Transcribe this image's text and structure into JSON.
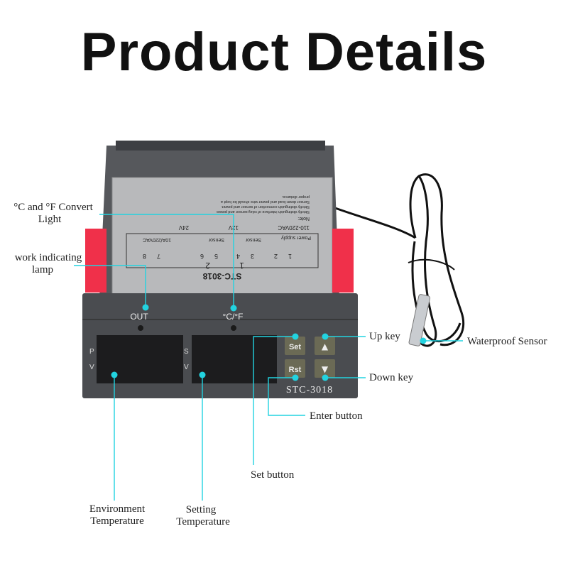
{
  "title": "Product Details",
  "device": {
    "model": "STC-3018",
    "indicator_out": "OUT",
    "indicator_cf": "°C/°F",
    "left_display_letters": [
      "P",
      "V"
    ],
    "right_display_letters": [
      "S",
      "V"
    ],
    "buttons": {
      "set": "Set",
      "rst": "Rst",
      "up": "▲",
      "down": "▼"
    },
    "sticker": {
      "model": "STC-3018",
      "note": "Note:",
      "note_lines": [
        "Strictly distinguish interface of relay,sensor and power.",
        "Strictly distinguish connection of sensor and power.",
        "Sensor down-lead and power wire should be kept a",
        "proper distance."
      ],
      "voltage_options": [
        "110-220VAC",
        "12V",
        "24V"
      ],
      "power_supply": "Power supply",
      "sensor": "Sensor",
      "relay": "10A/220VAC",
      "terminals": [
        "1",
        "2",
        "3",
        "4",
        "5",
        "6",
        "7",
        "8"
      ],
      "group_labels": [
        "1",
        "2"
      ]
    }
  },
  "annotations": {
    "cf_light": [
      "°C and °F Convert",
      "Light"
    ],
    "work_lamp": [
      "work indicating",
      "lamp"
    ],
    "env_temp": [
      "Environment",
      "Temperature"
    ],
    "set_temp": [
      "Setting",
      "Temperature"
    ],
    "set_button": "Set button",
    "enter_button": "Enter button",
    "up_key": "Up key",
    "down_key": "Down key",
    "sensor": "Waterproof Sensor"
  },
  "colors": {
    "accent": "#22d3e0",
    "clip": "#f0304a",
    "body": "#4a4c50"
  }
}
